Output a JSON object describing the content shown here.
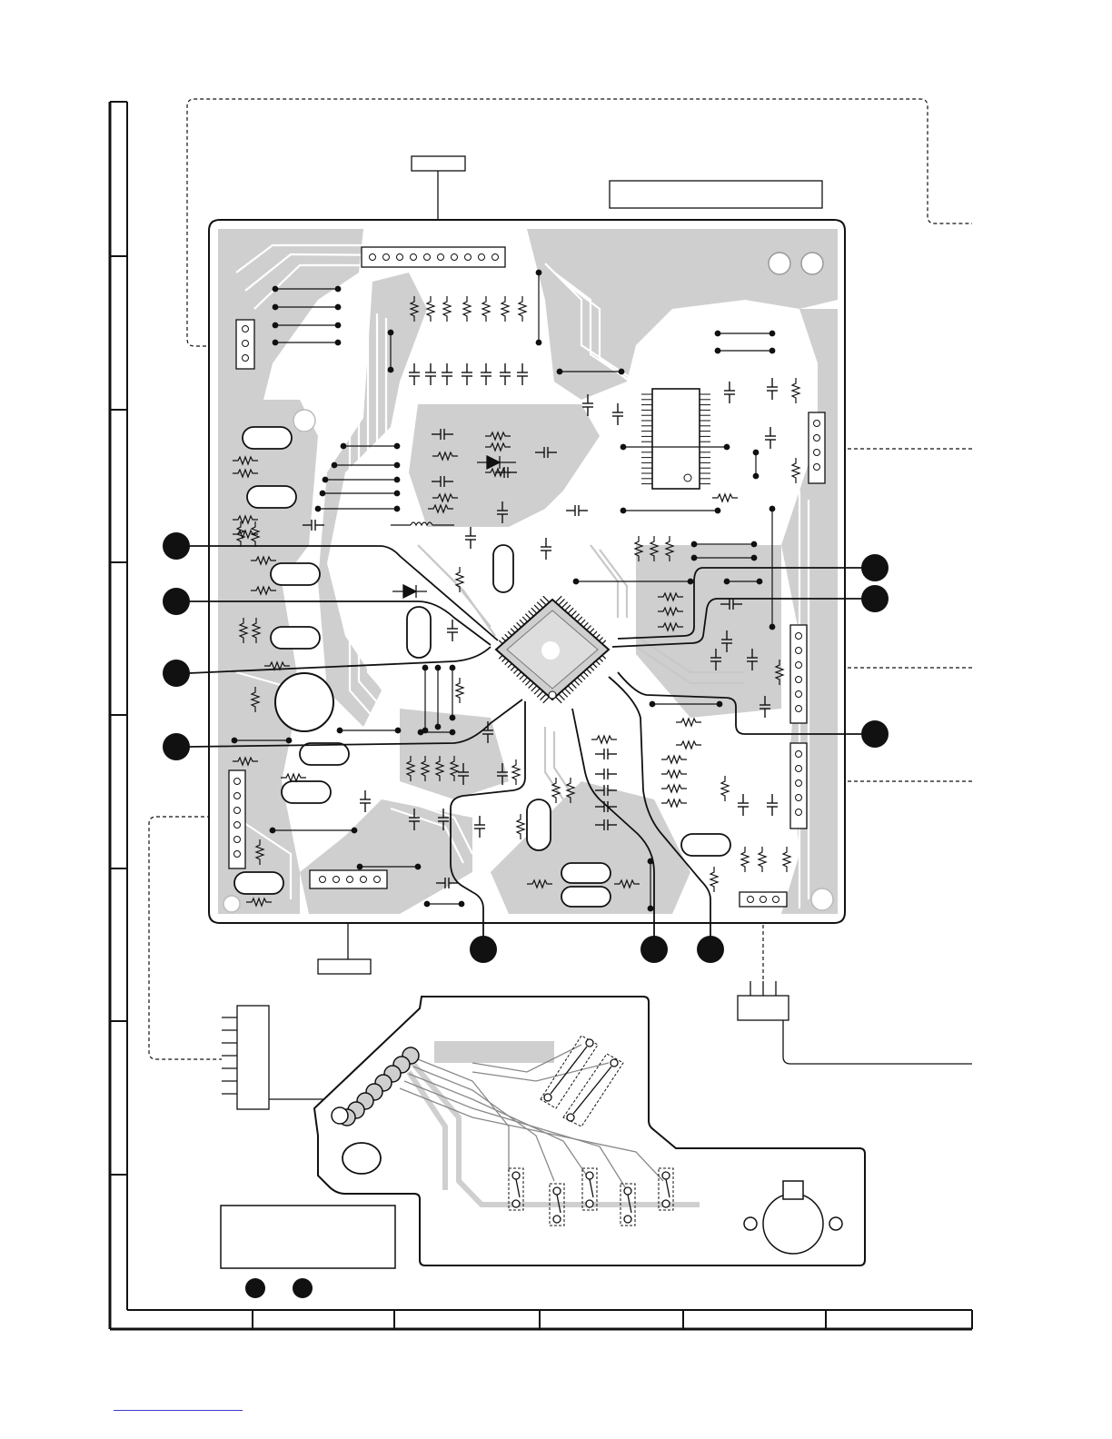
{
  "diagram": {
    "kind": "printed-wiring-board",
    "colors": {
      "board_fill": "#cfcfcf",
      "trace_color": "#ffffff",
      "ink": "#111111",
      "link_line": "#3a3acc"
    },
    "test_points_main": 11,
    "test_points_legend": 2,
    "connector_pins_bottom_small": 3
  }
}
